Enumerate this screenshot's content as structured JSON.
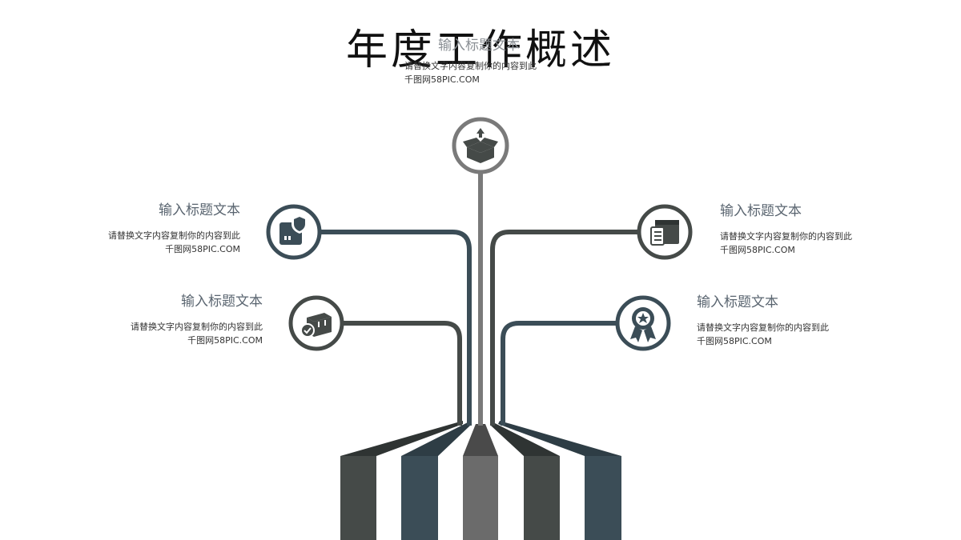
{
  "title": "年度工作概述",
  "nodes": [
    {
      "id": "top",
      "heading": "输入标题文本",
      "line1": "请替换文字内容复制你的内容到此",
      "line2": "千图网58PIC.COM",
      "icon": "open-box-upload-icon"
    },
    {
      "id": "left-upper",
      "heading": "输入标题文本",
      "line1": "请替换文字内容复制你的内容到此",
      "line2": "千图网58PIC.COM",
      "icon": "box-shield-icon"
    },
    {
      "id": "left-lower",
      "heading": "输入标题文本",
      "line1": "请替换文字内容复制你的内容到此",
      "line2": "千图网58PIC.COM",
      "icon": "package-check-icon"
    },
    {
      "id": "right-upper",
      "heading": "输入标题文本",
      "line1": "请替换文字内容复制你的内容到此",
      "line2": "千图网58PIC.COM",
      "icon": "clipboard-box-icon"
    },
    {
      "id": "right-lower",
      "heading": "输入标题文本",
      "line1": "请替换文字内容复制你的内容到此",
      "line2": "千图网58PIC.COM",
      "icon": "award-badge-icon"
    }
  ],
  "colors": {
    "dark": "#454a48",
    "slate": "#3b4d57",
    "gray": "#6b6b6b",
    "stem_gray": "#7a7a7a"
  }
}
